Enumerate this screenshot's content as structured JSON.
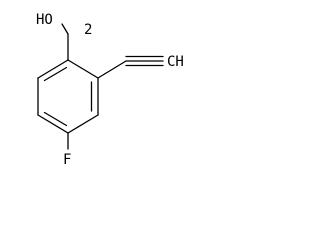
{
  "molecule": {
    "labels": {
      "hydroxyl": "HO",
      "methylene_subscript": "2",
      "fluorine": "F",
      "terminal_alkyne": "CH"
    }
  }
}
